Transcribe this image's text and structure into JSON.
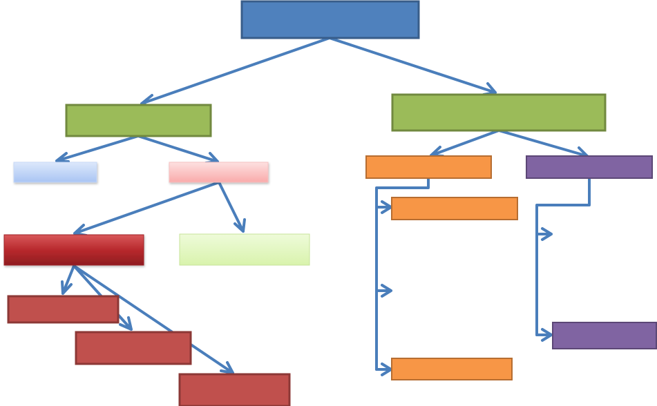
{
  "colors": {
    "connector": "#4a7ebb",
    "blue": "#4f81bd",
    "blue_border": "#385d8a",
    "green": "#9bbb59",
    "green_border": "#71893f",
    "orange": "#f79646",
    "orange_border": "#b66d31",
    "purple": "#8064a2",
    "purple_border": "#5c4776",
    "red": "#c0504d",
    "red_border": "#8c3836",
    "light_blue": "#b3cdf7",
    "light_pink": "#fbbcbc",
    "light_green": "#e3f7c2",
    "dark_red": "#b6282c"
  },
  "nodes": [
    {
      "id": "root",
      "label": "",
      "fill": "blue"
    },
    {
      "id": "green-left",
      "label": "",
      "fill": "green"
    },
    {
      "id": "green-right",
      "label": "",
      "fill": "green"
    },
    {
      "id": "light-blue",
      "label": "",
      "fill": "light_blue"
    },
    {
      "id": "light-pink",
      "label": "",
      "fill": "light_pink"
    },
    {
      "id": "dark-red",
      "label": "",
      "fill": "dark_red"
    },
    {
      "id": "light-green",
      "label": "",
      "fill": "light_green"
    },
    {
      "id": "red-1",
      "label": "",
      "fill": "red"
    },
    {
      "id": "red-2",
      "label": "",
      "fill": "red"
    },
    {
      "id": "red-3",
      "label": "",
      "fill": "red"
    },
    {
      "id": "orange-top",
      "label": "",
      "fill": "orange"
    },
    {
      "id": "orange-1",
      "label": "",
      "fill": "orange"
    },
    {
      "id": "orange-2",
      "label": "",
      "fill": "orange"
    },
    {
      "id": "purple-top",
      "label": "",
      "fill": "purple"
    },
    {
      "id": "purple-1",
      "label": "",
      "fill": "purple"
    }
  ]
}
